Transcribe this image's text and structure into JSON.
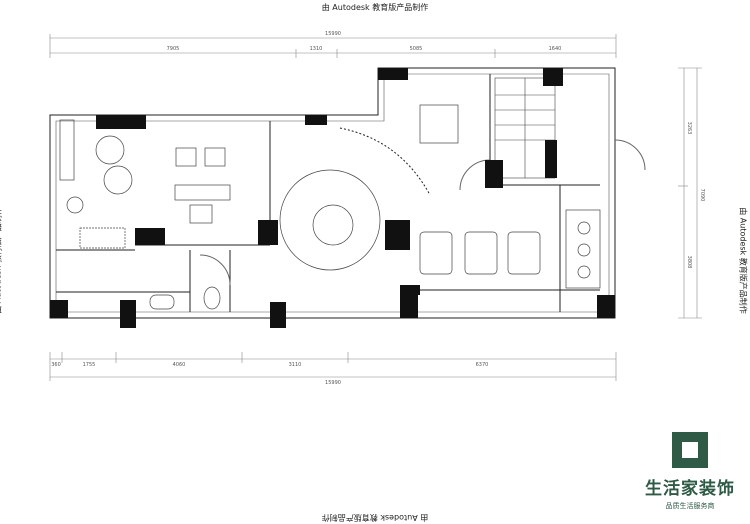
{
  "watermark": "由 Autodesk 教育版产品制作",
  "dimensions": {
    "top_total": "15990",
    "top_segments": [
      "7905",
      "1310",
      "5085",
      "1640"
    ],
    "bottom_segments": [
      "360",
      "1755",
      "4060",
      "3110",
      "6370"
    ],
    "bottom_total": "15990",
    "right_segments": [
      "3263",
      "3808"
    ],
    "right_total": "7090"
  },
  "logo": {
    "name": "生活家装饰",
    "slogan": "品质生活服务商",
    "color": "#2f5a45"
  }
}
